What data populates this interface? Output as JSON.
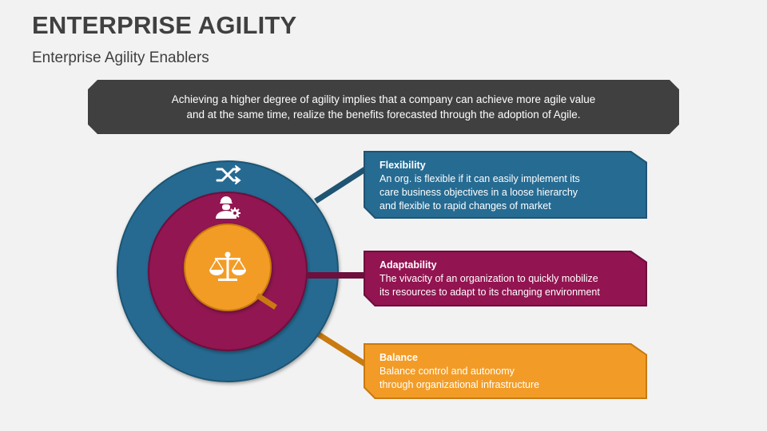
{
  "header": {
    "title": "ENTERPRISE AGILITY",
    "subtitle": "Enterprise Agility Enablers"
  },
  "banner": {
    "line1": "Achieving a higher degree of agility implies that a company can achieve more agile value",
    "line2": "and at the same time, realize the benefits forecasted through the adoption of Agile."
  },
  "colors": {
    "background": "#f2f2f2",
    "banner": "#404040",
    "blue": "#266b92",
    "blue_dark": "#1f5473",
    "magenta": "#921451",
    "magenta_dark": "#6e0f3d",
    "orange": "#f29c27",
    "orange_dark": "#c97a10"
  },
  "rings": [
    {
      "name": "outer",
      "icon": "shuffle-icon",
      "color": "#266b92"
    },
    {
      "name": "middle",
      "icon": "worker-gear-icon",
      "color": "#921451"
    },
    {
      "name": "inner",
      "icon": "balance-scale-icon",
      "color": "#f29c27"
    }
  ],
  "cards": [
    {
      "heading": "Flexibility",
      "lines": [
        "An org. is flexible if it can easily implement its",
        "care business objectives in a loose hierarchy",
        "and flexible to rapid changes of market"
      ]
    },
    {
      "heading": "Adaptability",
      "lines": [
        "The vivacity of an organization to quickly mobilize",
        "its resources to adapt to its changing environment"
      ]
    },
    {
      "heading": "Balance",
      "lines": [
        "Balance control and autonomy",
        "through organizational infrastructure"
      ]
    }
  ]
}
